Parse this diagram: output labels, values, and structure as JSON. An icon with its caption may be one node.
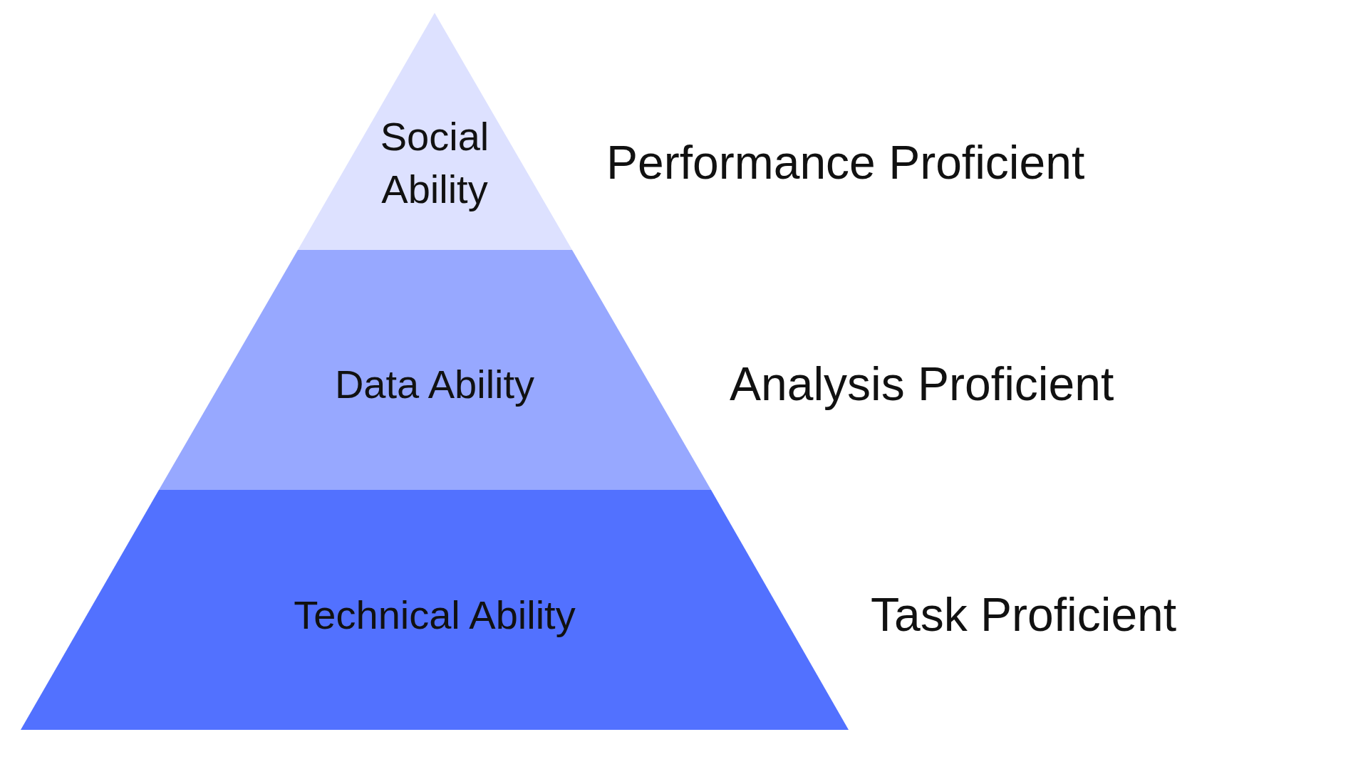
{
  "diagram": {
    "nodes": [
      {
        "text": [
          "Social Ability"
        ],
        "beside": [
          "Performance Proficient"
        ]
      },
      {
        "text": [
          "Data Ability"
        ],
        "beside": [
          "Analysis Proficient"
        ]
      },
      {
        "text": [
          "Technical Ability"
        ],
        "beside": [
          "Task Proficient"
        ]
      }
    ]
  }
}
